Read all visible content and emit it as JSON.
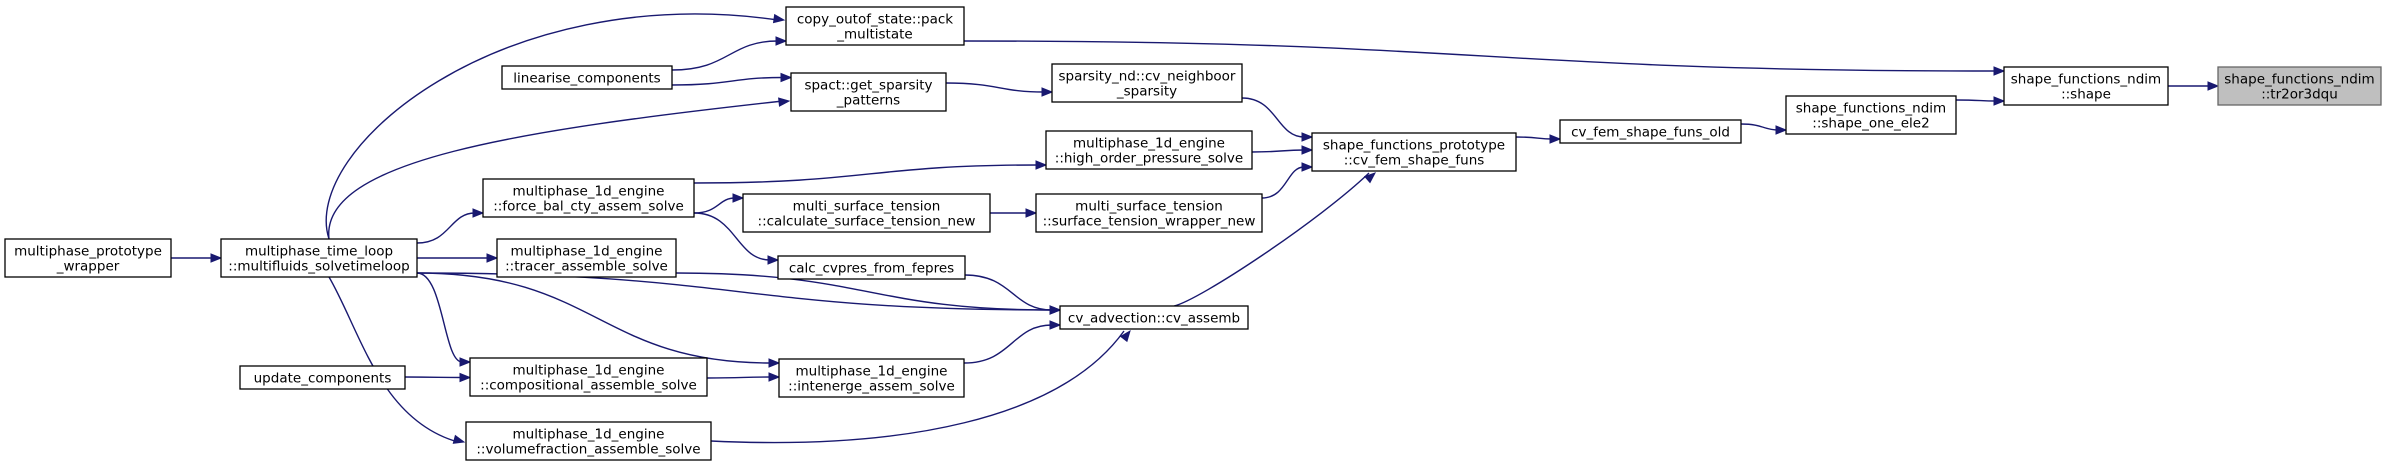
{
  "diagram": {
    "type": "call-graph",
    "colors": {
      "edge": "#191970",
      "box_border": "#000000",
      "root_fill": "#bfbfbf",
      "root_border": "#666666"
    },
    "nodes": [
      {
        "id": "tr2or3dqu",
        "lines": [
          "shape_functions_ndim",
          "::tr2or3dqu"
        ],
        "root": true
      },
      {
        "id": "shape",
        "lines": [
          "shape_functions_ndim",
          "::shape"
        ]
      },
      {
        "id": "shape_one_ele2",
        "lines": [
          "shape_functions_ndim",
          "::shape_one_ele2"
        ]
      },
      {
        "id": "cv_fem_shape_funs_old",
        "lines": [
          "cv_fem_shape_funs_old"
        ]
      },
      {
        "id": "cv_fem_shape_funs",
        "lines": [
          "shape_functions_prototype",
          "::cv_fem_shape_funs"
        ]
      },
      {
        "id": "copy_outof_state",
        "lines": [
          "copy_outof_state::pack",
          "_multistate"
        ]
      },
      {
        "id": "cv_neighboor_sparsity",
        "lines": [
          "sparsity_nd::cv_neighboor",
          "_sparsity"
        ]
      },
      {
        "id": "high_order_pressure_solve",
        "lines": [
          "multiphase_1d_engine",
          "::high_order_pressure_solve"
        ]
      },
      {
        "id": "surface_tension_wrapper_new",
        "lines": [
          "multi_surface_tension",
          "::surface_tension_wrapper_new"
        ]
      },
      {
        "id": "cv_assemb",
        "lines": [
          "cv_advection::cv_assemb"
        ]
      },
      {
        "id": "multifluids_solvetimeloop",
        "lines": [
          "multiphase_time_loop",
          "::multifluids_solvetimeloop"
        ]
      },
      {
        "id": "get_sparsity_patterns",
        "lines": [
          "spact::get_sparsity",
          "_patterns"
        ]
      },
      {
        "id": "linearise_components",
        "lines": [
          "linearise_components"
        ]
      },
      {
        "id": "force_bal_cty_assem_solve",
        "lines": [
          "multiphase_1d_engine",
          "::force_bal_cty_assem_solve"
        ]
      },
      {
        "id": "calculate_surface_tension_new",
        "lines": [
          "multi_surface_tension",
          "::calculate_surface_tension_new"
        ]
      },
      {
        "id": "calc_cvpres_from_fepres",
        "lines": [
          "calc_cvpres_from_fepres"
        ]
      },
      {
        "id": "tracer_assemble_solve",
        "lines": [
          "multiphase_1d_engine",
          "::tracer_assemble_solve"
        ]
      },
      {
        "id": "intenerge_assem_solve",
        "lines": [
          "multiphase_1d_engine",
          "::intenerge_assem_solve"
        ]
      },
      {
        "id": "compositional_assemble_solve",
        "lines": [
          "multiphase_1d_engine",
          "::compositional_assemble_solve"
        ]
      },
      {
        "id": "volumefraction_assemble_solve",
        "lines": [
          "multiphase_1d_engine",
          "::volumefraction_assemble_solve"
        ]
      },
      {
        "id": "multiphase_prototype_wrapper",
        "lines": [
          "multiphase_prototype",
          "_wrapper"
        ]
      },
      {
        "id": "update_components",
        "lines": [
          "update_components"
        ]
      }
    ],
    "edges": [
      {
        "from": "shape",
        "to": "tr2or3dqu"
      },
      {
        "from": "shape_one_ele2",
        "to": "shape"
      },
      {
        "from": "copy_outof_state",
        "to": "shape"
      },
      {
        "from": "cv_fem_shape_funs_old",
        "to": "shape_one_ele2"
      },
      {
        "from": "cv_fem_shape_funs",
        "to": "cv_fem_shape_funs_old"
      },
      {
        "from": "cv_neighboor_sparsity",
        "to": "cv_fem_shape_funs"
      },
      {
        "from": "high_order_pressure_solve",
        "to": "cv_fem_shape_funs"
      },
      {
        "from": "surface_tension_wrapper_new",
        "to": "cv_fem_shape_funs"
      },
      {
        "from": "cv_assemb",
        "to": "cv_fem_shape_funs"
      },
      {
        "from": "multifluids_solvetimeloop",
        "to": "copy_outof_state"
      },
      {
        "from": "linearise_components",
        "to": "copy_outof_state"
      },
      {
        "from": "get_sparsity_patterns",
        "to": "cv_neighboor_sparsity"
      },
      {
        "from": "linearise_components",
        "to": "get_sparsity_patterns"
      },
      {
        "from": "multifluids_solvetimeloop",
        "to": "get_sparsity_patterns"
      },
      {
        "from": "force_bal_cty_assem_solve",
        "to": "high_order_pressure_solve"
      },
      {
        "from": "calculate_surface_tension_new",
        "to": "surface_tension_wrapper_new"
      },
      {
        "from": "force_bal_cty_assem_solve",
        "to": "calculate_surface_tension_new"
      },
      {
        "from": "force_bal_cty_assem_solve",
        "to": "calc_cvpres_from_fepres"
      },
      {
        "from": "calc_cvpres_from_fepres",
        "to": "cv_assemb"
      },
      {
        "from": "tracer_assemble_solve",
        "to": "cv_assemb"
      },
      {
        "from": "intenerge_assem_solve",
        "to": "cv_assemb"
      },
      {
        "from": "volumefraction_assemble_solve",
        "to": "cv_assemb"
      },
      {
        "from": "multifluids_solvetimeloop",
        "to": "cv_assemb"
      },
      {
        "from": "multifluids_solvetimeloop",
        "to": "force_bal_cty_assem_solve"
      },
      {
        "from": "multifluids_solvetimeloop",
        "to": "tracer_assemble_solve"
      },
      {
        "from": "multifluids_solvetimeloop",
        "to": "intenerge_assem_solve"
      },
      {
        "from": "multifluids_solvetimeloop",
        "to": "compositional_assemble_solve"
      },
      {
        "from": "multifluids_solvetimeloop",
        "to": "volumefraction_assemble_solve"
      },
      {
        "from": "compositional_assemble_solve",
        "to": "intenerge_assem_solve"
      },
      {
        "from": "update_components",
        "to": "compositional_assemble_solve"
      },
      {
        "from": "multiphase_prototype_wrapper",
        "to": "multifluids_solvetimeloop"
      }
    ]
  }
}
